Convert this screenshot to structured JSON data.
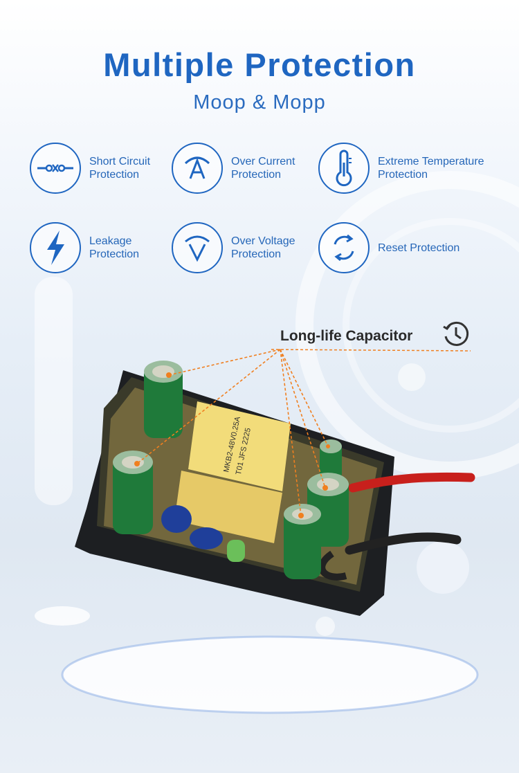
{
  "header": {
    "title": "Multiple Protection",
    "subtitle": "Moop & Mopp"
  },
  "features": [
    {
      "icon": "short-circuit-icon",
      "label": "Short Circuit\nProtection"
    },
    {
      "icon": "over-current-icon",
      "label": "Over Current\nProtection"
    },
    {
      "icon": "thermometer-icon",
      "label": "Extreme Temperature\nProtection"
    },
    {
      "icon": "lightning-icon",
      "label": "Leakage\nProtection"
    },
    {
      "icon": "over-voltage-icon",
      "label": "Over Voltage\nProtection"
    },
    {
      "icon": "reset-icon",
      "label": "Reset Protection"
    }
  ],
  "callout": {
    "label": "Long-life Capacitor",
    "icon": "clock-icon"
  },
  "transformer_label": {
    "line1": "MKB2-48V0.25A",
    "line2": "T01   JFS   2225"
  },
  "colors": {
    "accent": "#1f66c1",
    "callout_line": "#f07f1f",
    "capacitor": "#1f7a3a",
    "transformer": "#f2dc7a",
    "case": "#1d1f22"
  }
}
